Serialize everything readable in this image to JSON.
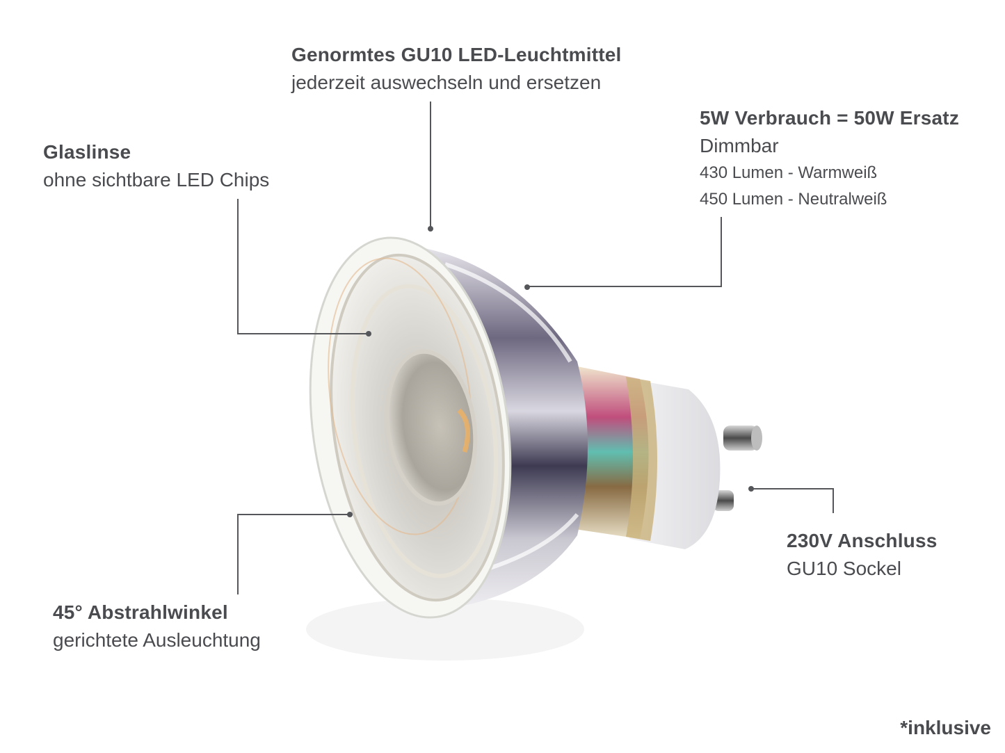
{
  "callouts": {
    "lamp": {
      "title": "Genormtes GU10 LED-Leuchtmittel",
      "subtitle": "jederzeit auswechseln und ersetzen"
    },
    "lens": {
      "title": "Glaslinse",
      "subtitle": "ohne sichtbare LED Chips"
    },
    "power": {
      "title": "5W Verbrauch = 50W Ersatz",
      "subtitle": "Dimmbar",
      "lines": [
        "430 Lumen - Warmweiß",
        "450 Lumen - Neutralweiß"
      ]
    },
    "angle": {
      "title": "45° Abstrahlwinkel",
      "subtitle": "gerichtete Ausleuchtung"
    },
    "socket": {
      "title": "230V Anschluss",
      "subtitle": "GU10 Sockel"
    }
  },
  "footnote": "*inklusive",
  "colors": {
    "text": "#4a4b4f",
    "line": "#55565a",
    "background": "#ffffff"
  },
  "image": {
    "subject": "GU10 LED bulb with glass lens, chrome reflector and white ceramic socket"
  }
}
